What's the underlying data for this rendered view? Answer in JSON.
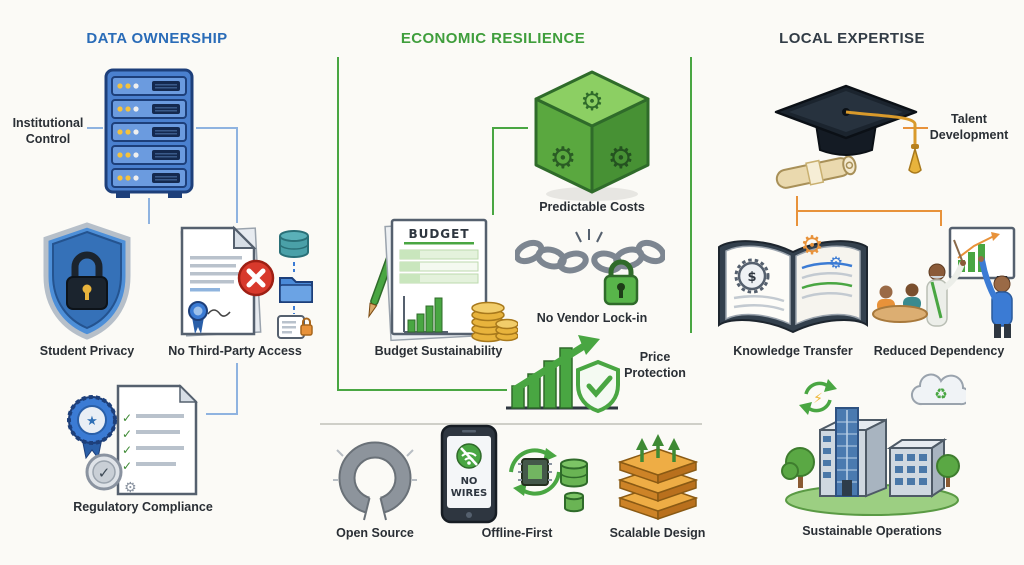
{
  "page": {
    "background": "#fbfaf6"
  },
  "headers": {
    "data_ownership": "DATA OWNERSHIP",
    "economic_resilience": "ECONOMIC RESILIENCE",
    "local_expertise": "LOCAL EXPERTISE"
  },
  "colors": {
    "data_ownership_accent": "#2a6cb8",
    "economic_resilience_accent": "#3f9e3c",
    "local_expertise_accent": "#323c46",
    "connector_blue": "#8fb3e0",
    "connector_green": "#49a642",
    "connector_orange": "#e8923a"
  },
  "labels": {
    "institutional_control": "Institutional Control",
    "student_privacy": "Student Privacy",
    "no_third_party_access": "No Third-Party Access",
    "regulatory_compliance": "Regulatory Compliance",
    "predictable_costs": "Predictable Costs",
    "budget_sustainability": "Budget Sustainability",
    "no_vendor_lock_in": "No Vendor Lock-in",
    "price_protection": "Price Protection",
    "open_source": "Open Source",
    "offline_first": "Offline-First",
    "scalable_design": "Scalable Design",
    "talent_development": "Talent Development",
    "knowledge_transfer": "Knowledge Transfer",
    "reduced_dependency": "Reduced Dependency",
    "sustainable_operations": "Sustainable Operations"
  },
  "icon_texts": {
    "budget_title": "BUDGET",
    "no_wires_line1": "NO",
    "no_wires_line2": "WIRES",
    "dollar": "$"
  },
  "icons": {
    "gear": "⚙",
    "star": "★",
    "check": "✓",
    "recycle": "♻",
    "bolt": "⚡"
  }
}
